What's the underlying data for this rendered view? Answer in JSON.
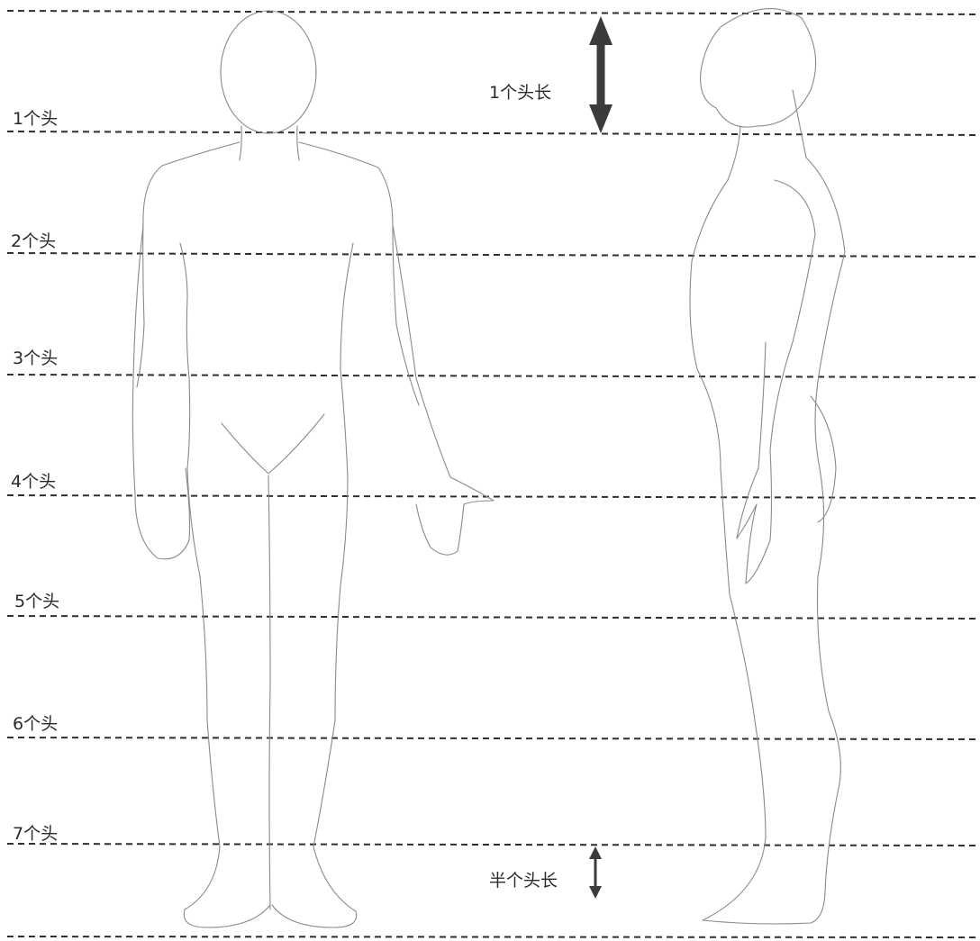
{
  "levels": [
    "1个头",
    "2个头",
    "3个头",
    "4个头",
    "5个头",
    "6个头",
    "7个头"
  ],
  "annotations": {
    "head_length": "1个头长",
    "half_head_length": "半个头长"
  },
  "colors": {
    "guide_line": "#2f2f2f",
    "arrow": "#3b3b3b",
    "figure_stroke": "#8a8a8a"
  }
}
